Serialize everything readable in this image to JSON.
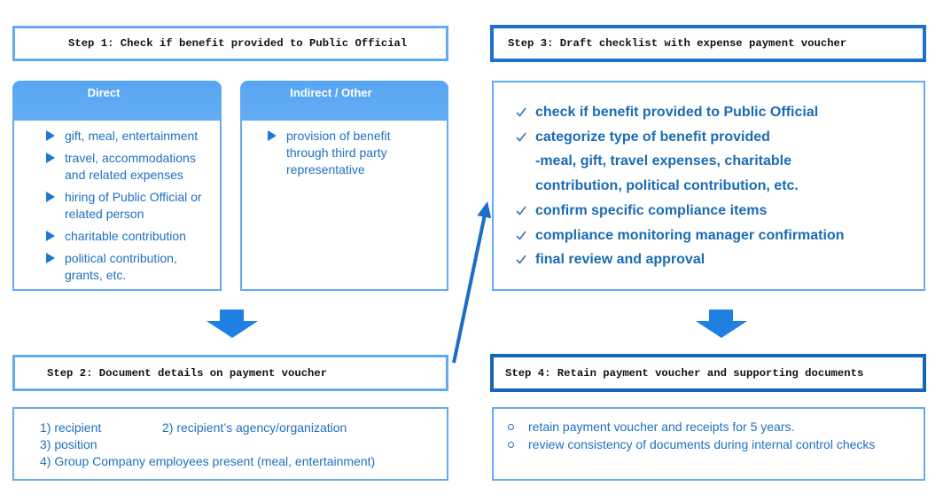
{
  "colors": {
    "light_border": "#63aaf3",
    "header_fill": "#5aa7f2",
    "step3_border": "#1d6fd2",
    "step4_border": "#1765b6",
    "text_blue": "#2070c0",
    "checklist_text": "#1b6bb3",
    "check_mark": "#3275b5",
    "bullet_triangle": "#1c78d6",
    "flow_arrow": "#1f80e2",
    "diagonal_arrow": "#1b6dc6"
  },
  "icons": {
    "list_bullet": "triangle-right-icon",
    "check_bullet": "checkmark-icon",
    "detail_bullet": "circle-bullet-icon",
    "flow_arrow": "down-arrow-icon",
    "connector_arrow": "diagonal-up-arrow-icon"
  },
  "step1": {
    "title": "Step 1: Check if benefit provided to Public Official"
  },
  "direct": {
    "header": "Direct",
    "items": [
      {
        "lines": [
          "gift, meal, entertainment"
        ]
      },
      {
        "lines": [
          "travel, accommodations",
          "and related expenses"
        ]
      },
      {
        "lines": [
          "hiring of Public Official or",
          "related person"
        ]
      },
      {
        "lines": [
          "charitable contribution"
        ]
      },
      {
        "lines": [
          "political contribution,",
          "grants, etc."
        ]
      }
    ]
  },
  "indirect": {
    "header": "Indirect / Other",
    "items": [
      {
        "lines": [
          "provision of benefit",
          "through third party",
          "representative"
        ]
      }
    ]
  },
  "step2": {
    "title": "Step 2: Document details on payment voucher",
    "details": {
      "recipient": "1) recipient",
      "agency": "2) recipient’s agency/organization",
      "position": "3) position",
      "employees": "4) Group Company employees present (meal, entertainment)"
    }
  },
  "step3": {
    "title": "Step 3: Draft checklist with expense payment voucher",
    "checklist": [
      {
        "text": "check if benefit provided to Public Official"
      },
      {
        "text": "categorize type of benefit provided",
        "sub_lines": [
          "-meal, gift, travel expenses, charitable",
          "contribution, political contribution, etc."
        ]
      },
      {
        "text": "confirm specific compliance items"
      },
      {
        "text": "compliance monitoring manager confirmation"
      },
      {
        "text": "final review and approval"
      }
    ]
  },
  "step4": {
    "title": "Step 4: Retain payment voucher and supporting documents",
    "items": [
      "retain payment voucher and receipts for 5 years.",
      "review consistency of documents during internal control checks"
    ]
  }
}
